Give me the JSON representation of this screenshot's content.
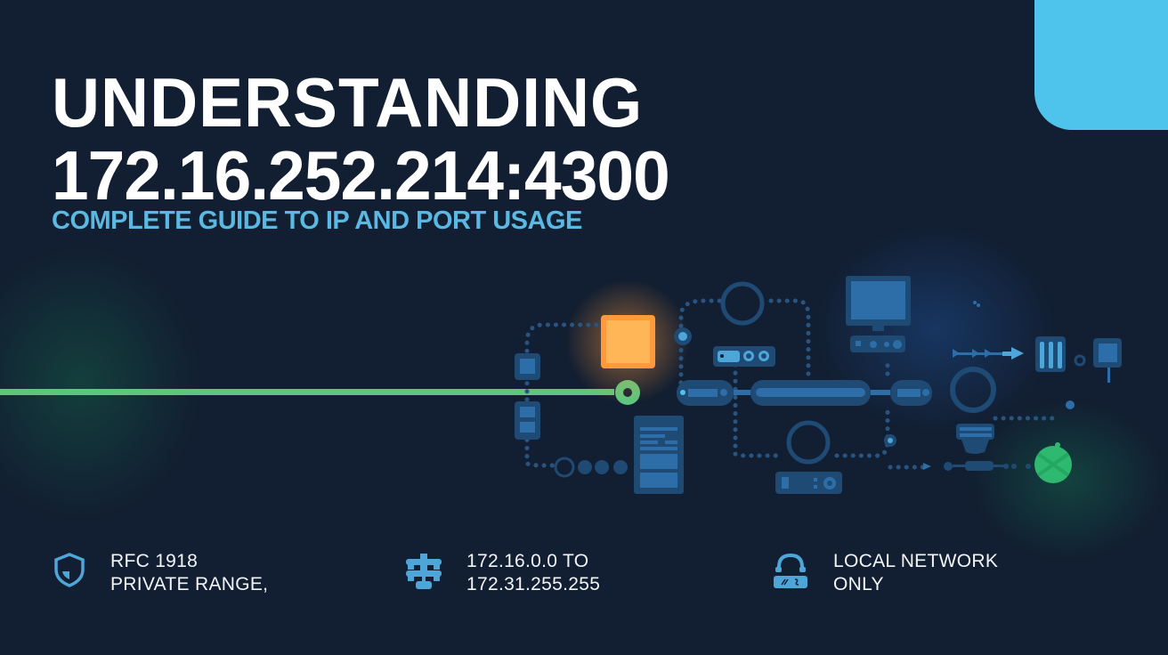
{
  "title": {
    "line1": "UNDERSTANDING",
    "line2": "172.16.252.214:4300"
  },
  "subtitle": "COMPLETE GUIDE TO IP AND PORT USAGE",
  "features": [
    {
      "icon": "shield-icon",
      "line1": "RFC 1918",
      "line2": "PRIVATE RANGE,"
    },
    {
      "icon": "network-hierarchy-icon",
      "line1": "172.16.0.0 TO",
      "line2": "172.31.255.255"
    },
    {
      "icon": "local-lock-icon",
      "line1": "LOCAL NETWORK",
      "line2": "ONLY"
    }
  ],
  "colors": {
    "background": "#121e31",
    "accent_blue": "#4ec3ec",
    "subtitle_blue": "#5ab9e2",
    "link_green": "#5cc67e",
    "node_orange": "#ffab4c",
    "node_blue": "#2d6ea8"
  }
}
